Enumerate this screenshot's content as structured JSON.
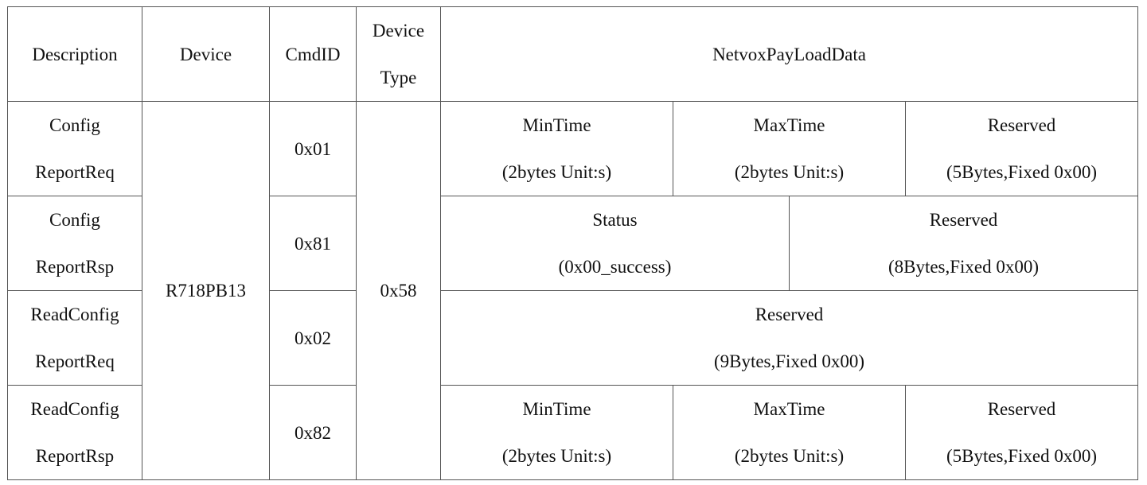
{
  "header": {
    "description": "Description",
    "device": "Device",
    "cmdid": "CmdID",
    "device_type_line1": "Device",
    "device_type_line2": "Type",
    "payload": "NetvoxPayLoadData"
  },
  "device_name": "R718PB13",
  "device_type_value": "0x58",
  "rows": [
    {
      "desc_line1": "Config",
      "desc_line2": "ReportReq",
      "cmdid": "0x01",
      "cells": [
        {
          "line1": "MinTime",
          "line2": "(2bytes Unit:s)"
        },
        {
          "line1": "MaxTime",
          "line2": "(2bytes Unit:s)"
        },
        {
          "line1": "Reserved",
          "line2": "(5Bytes,Fixed 0x00)"
        }
      ]
    },
    {
      "desc_line1": "Config",
      "desc_line2": "ReportRsp",
      "cmdid": "0x81",
      "cells": [
        {
          "line1": "Status",
          "line2": "(0x00_success)"
        },
        {
          "line1": "Reserved",
          "line2": "(8Bytes,Fixed 0x00)"
        }
      ]
    },
    {
      "desc_line1": "ReadConfig",
      "desc_line2": "ReportReq",
      "cmdid": "0x02",
      "cells": [
        {
          "line1": "Reserved",
          "line2": "(9Bytes,Fixed 0x00)"
        }
      ]
    },
    {
      "desc_line1": "ReadConfig",
      "desc_line2": "ReportRsp",
      "cmdid": "0x82",
      "cells": [
        {
          "line1": "MinTime",
          "line2": "(2bytes Unit:s)"
        },
        {
          "line1": "MaxTime",
          "line2": "(2bytes Unit:s)"
        },
        {
          "line1": "Reserved",
          "line2": "(5Bytes,Fixed 0x00)"
        }
      ]
    }
  ]
}
